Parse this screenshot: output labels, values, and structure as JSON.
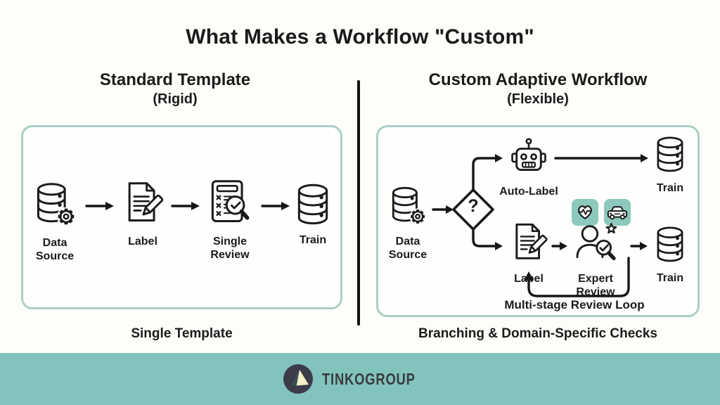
{
  "title": "What Makes a Workflow \"Custom\"",
  "left_column": {
    "heading": "Standard Template",
    "subheading": "(Rigid)",
    "node_labels": [
      "Data Source",
      "Label",
      "Single Review",
      "Train"
    ],
    "caption": "Single Template"
  },
  "right_column": {
    "heading": "Custom Adaptive Workflow",
    "subheading": "(Flexible)",
    "decision_label": "?",
    "node_labels": {
      "data_source": "Data Source",
      "auto_label": "Auto-Label",
      "train_top": "Train",
      "label": "Label",
      "expert_review": "Expert Review",
      "train_bottom": "Train"
    },
    "domain_badge_icons": [
      "healthcare-pulse-icon",
      "automotive-car-icon"
    ],
    "loop_label": "Multi-stage Review Loop",
    "caption": "Branching & Domain-Specific Checks"
  },
  "footer": {
    "brand": "TINKOGROUP"
  },
  "colors": {
    "background": "#fdfdf9",
    "panel_border": "#a8cfc5",
    "divider": "#101010",
    "ink": "#1b1b1b",
    "footer_bar": "#83c3bd",
    "badge_background": "#8cc8bb",
    "logo_circle": "#3c3b49",
    "logo_wedge": "#f7f1c8"
  }
}
